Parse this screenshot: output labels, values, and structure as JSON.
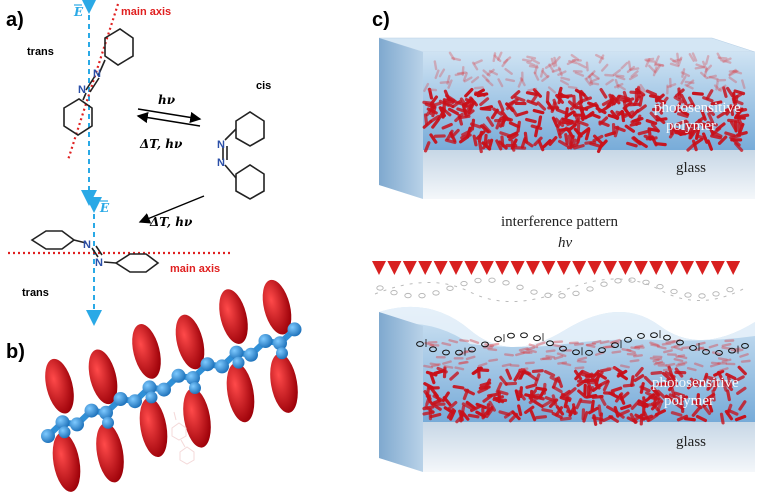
{
  "panels": {
    "a": {
      "label": "a)",
      "trans_top": "trans",
      "trans_bottom": "trans",
      "cis": "cis",
      "main_axis_top": "main axis",
      "main_axis_bottom": "main axis",
      "e_field_top": "E",
      "e_field_bottom": "E",
      "forward_label": "hν",
      "reverse_label": "ΔT, hν",
      "lower_label": "ΔT, hν",
      "n_atom": "N"
    },
    "b": {
      "label": "b)"
    },
    "c": {
      "label": "c)",
      "top_block": {
        "polymer_line1": "photosensitive",
        "polymer_line2": "polymer",
        "substrate": "glass"
      },
      "light": {
        "line1": "interference pattern",
        "line2": "hν"
      },
      "bottom_block": {
        "polymer_line1": "photosensitive",
        "polymer_line2": "polymer",
        "substrate": "glass"
      }
    }
  },
  "colors": {
    "red": "#e02020",
    "blue_arrow": "#2aa9e6",
    "mesogen_red": "#c8101a",
    "backbone_blue": "#2f8fd6",
    "film_blue": "#9fc6e6",
    "glass": "#e6edf4"
  }
}
